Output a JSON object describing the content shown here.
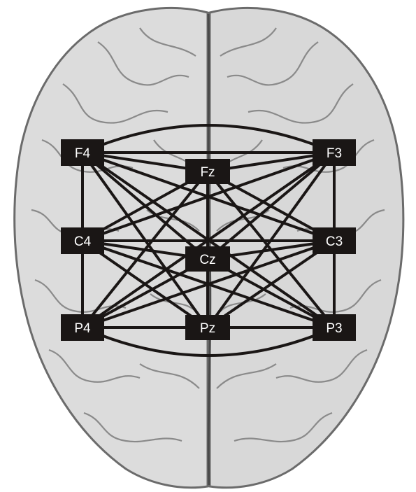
{
  "diagram": {
    "background": "brain-top-view-illustration",
    "colors": {
      "node_fill": "#1a1615",
      "node_text": "#ffffff",
      "edge": "#1a1615",
      "brain_fill": "#dcdcdc",
      "brain_stroke": "#6b6b6b"
    },
    "nodes": [
      {
        "id": "F4",
        "label": "F4"
      },
      {
        "id": "Fz",
        "label": "Fz"
      },
      {
        "id": "F3",
        "label": "F3"
      },
      {
        "id": "C4",
        "label": "C4"
      },
      {
        "id": "Cz",
        "label": "Cz"
      },
      {
        "id": "C3",
        "label": "C3"
      },
      {
        "id": "P4",
        "label": "P4"
      },
      {
        "id": "Pz",
        "label": "Pz"
      },
      {
        "id": "P3",
        "label": "P3"
      }
    ],
    "edges": [
      [
        "F4",
        "F3"
      ],
      [
        "F4",
        "Fz"
      ],
      [
        "F3",
        "Fz"
      ],
      [
        "F4",
        "C4"
      ],
      [
        "F4",
        "C3"
      ],
      [
        "F4",
        "Cz"
      ],
      [
        "F4",
        "P4"
      ],
      [
        "F4",
        "Pz"
      ],
      [
        "F4",
        "P3"
      ],
      [
        "F3",
        "C3"
      ],
      [
        "F3",
        "C4"
      ],
      [
        "F3",
        "Cz"
      ],
      [
        "F3",
        "P3"
      ],
      [
        "F3",
        "Pz"
      ],
      [
        "F3",
        "P4"
      ],
      [
        "Fz",
        "C4"
      ],
      [
        "Fz",
        "C3"
      ],
      [
        "Fz",
        "Cz"
      ],
      [
        "Fz",
        "P4"
      ],
      [
        "Fz",
        "P3"
      ],
      [
        "Fz",
        "Pz"
      ],
      [
        "C4",
        "C3"
      ],
      [
        "C4",
        "Cz"
      ],
      [
        "C4",
        "P4"
      ],
      [
        "C4",
        "Pz"
      ],
      [
        "C4",
        "P3"
      ],
      [
        "C3",
        "Cz"
      ],
      [
        "C3",
        "P3"
      ],
      [
        "C3",
        "Pz"
      ],
      [
        "C3",
        "P4"
      ],
      [
        "Cz",
        "P4"
      ],
      [
        "Cz",
        "P3"
      ],
      [
        "Cz",
        "Pz"
      ],
      [
        "P4",
        "Pz"
      ],
      [
        "P3",
        "Pz"
      ],
      [
        "P4",
        "P3"
      ]
    ]
  }
}
